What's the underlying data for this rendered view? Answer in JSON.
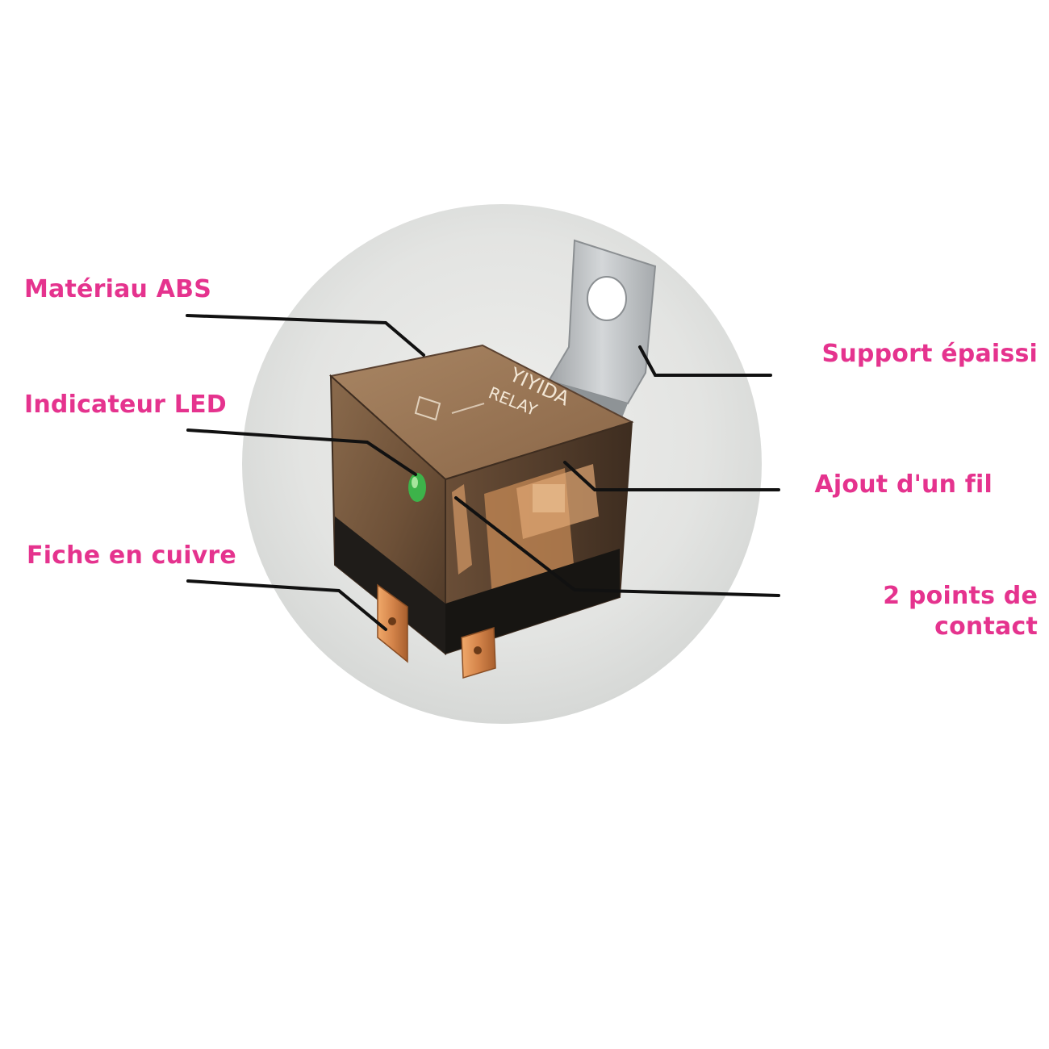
{
  "colors": {
    "label_text": "#e5338e",
    "leader_line": "#111111",
    "backdrop_circle": "#e2e3e2",
    "relay_body": "#7a5a3e",
    "relay_base": "#1c1a18",
    "bracket": "#b9bcbf",
    "copper": "#d88a4e",
    "led": "#3db34a"
  },
  "diagram": {
    "product_markings": {
      "brand": "YIYIDA",
      "type": "RELAY"
    },
    "labels": {
      "materiau_abs": "Matériau ABS",
      "indicateur_led": "Indicateur LED",
      "fiche_en_cuivre": "Fiche en cuivre",
      "support_epaissi": "Support épaissi",
      "ajout_fil": "Ajout d'un fil",
      "points_contact_line1": "2 points de",
      "points_contact_line2": "contact"
    }
  }
}
